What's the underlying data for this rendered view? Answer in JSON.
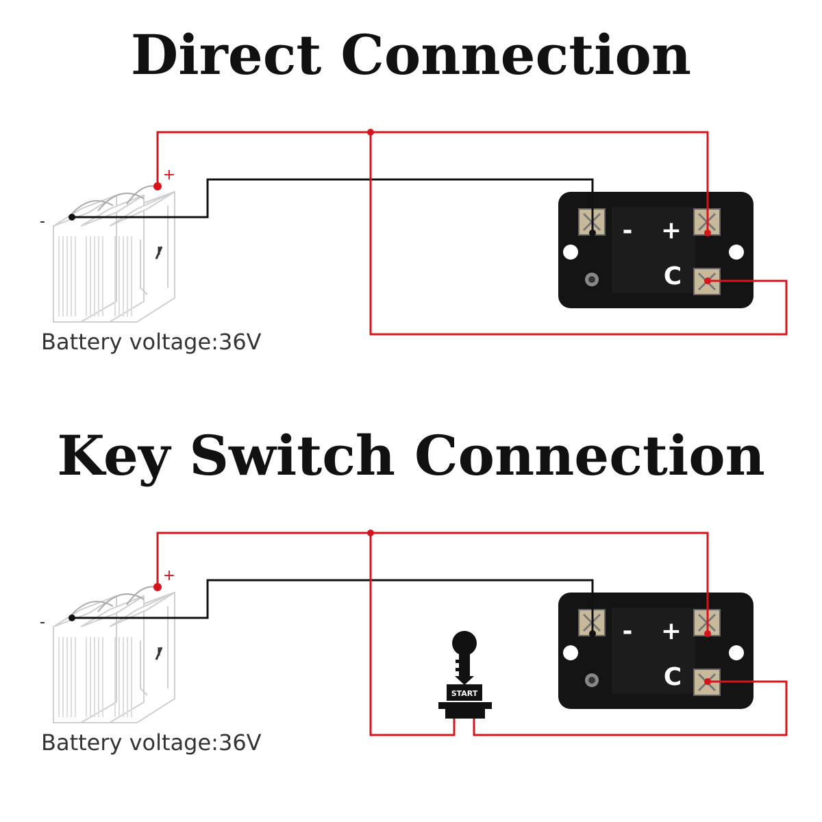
{
  "sections": [
    {
      "title": "Direct Connection",
      "battery_caption": "Battery voltage:36V",
      "battery_neg": "-",
      "battery_pos": "+",
      "meter": {
        "minus": "-",
        "plus": "+",
        "control": "C"
      },
      "key_switch": null
    },
    {
      "title": "Key Switch Connection",
      "battery_caption": "Battery voltage:36V",
      "battery_neg": "-",
      "battery_pos": "+",
      "meter": {
        "minus": "-",
        "plus": "+",
        "control": "C"
      },
      "key_switch": {
        "label": "START"
      }
    }
  ],
  "colors": {
    "positive_wire": "#d6141b",
    "negative_wire": "#111111",
    "meter_body": "#111111",
    "battery_outline": "#cfcfcf"
  }
}
